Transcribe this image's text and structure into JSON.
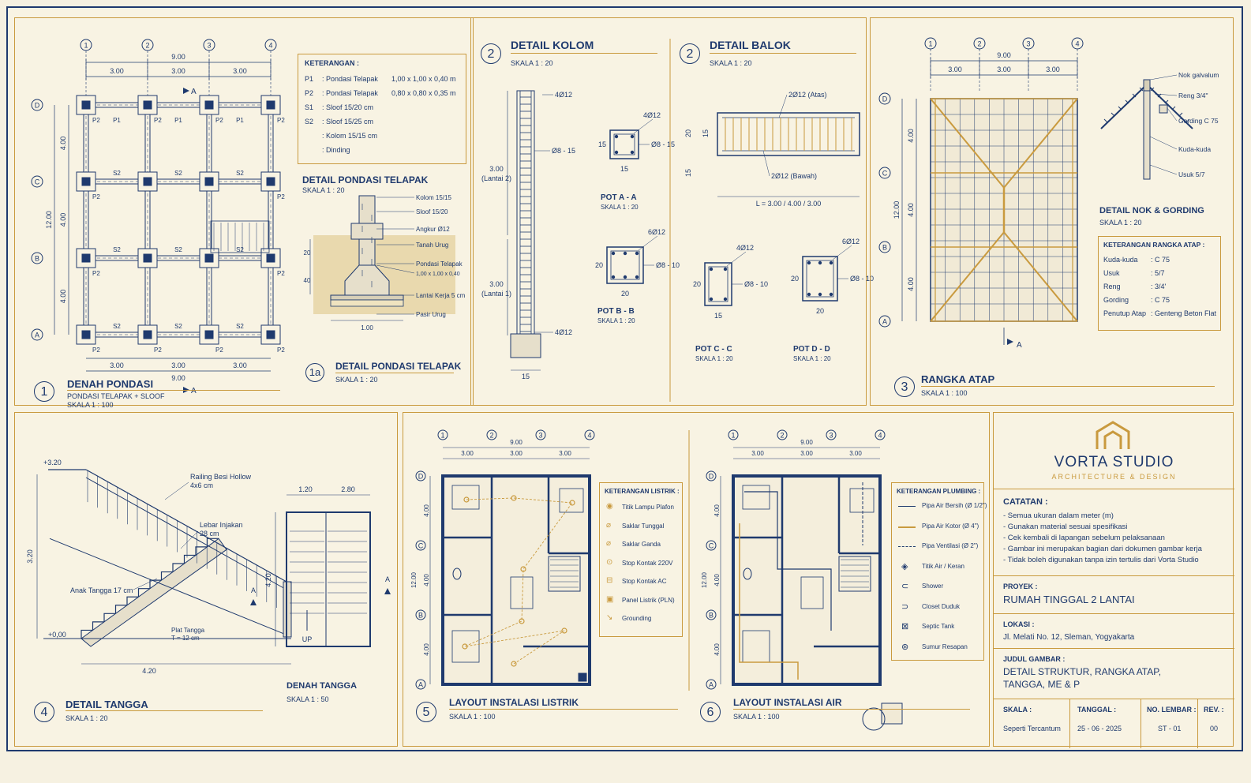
{
  "colors": {
    "ink": "#1f3a6e",
    "gold": "#c99a3e",
    "paper": "#f8f3e3"
  },
  "p1": {
    "num": "1",
    "title": "DENAH PONDASI",
    "sub": "PONDASI TELAPAK + SLOOF",
    "scale": "SKALA 1 : 100",
    "grid_h": [
      "1",
      "2",
      "3",
      "4"
    ],
    "grid_v": [
      "D",
      "C",
      "B",
      "A"
    ],
    "dim_total": "9.00",
    "dim_span": "3.00",
    "dim_v_total": "12.00",
    "dim_v_span": "4.00",
    "labels": {
      "p1": "P1",
      "p2": "P2",
      "s2": "S2",
      "section": "A"
    }
  },
  "legend1": {
    "title": "KETERANGAN :",
    "rows": [
      {
        "code": "P1",
        "desc": ": Pondasi Telapak",
        "dim": "1,00 x 1,00 x 0,40 m"
      },
      {
        "code": "P2",
        "desc": ": Pondasi Telapak",
        "dim": "0,80 x 0,80 x 0,35 m"
      },
      {
        "code": "S1",
        "desc": ": Sloof  15/20 cm",
        "dim": ""
      },
      {
        "code": "S2",
        "desc": ": Sloof  15/25 cm",
        "dim": ""
      },
      {
        "code": "",
        "desc": ": Kolom 15/15 cm",
        "dim": ""
      },
      {
        "code": "",
        "desc": ": Dinding",
        "dim": ""
      }
    ]
  },
  "p1a": {
    "num": "1a",
    "heading": "DETAIL PONDASI TELAPAK",
    "scale": "SKALA 1 : 20",
    "title": "DETAIL PONDASI TELAPAK",
    "scale2": "SKALA 1 : 20",
    "labels": [
      "Kolom 15/15",
      "Sloof 15/20",
      "Angkur Ø12",
      "Tanah Urug",
      "Pondasi Telapak",
      "1,00 x 1,00 x 0,40",
      "Lantai Kerja 5 cm",
      "Pasir Urug"
    ],
    "dims": {
      "d20": "20",
      "d40": "40",
      "d100": "1.00"
    }
  },
  "p2k": {
    "num": "2",
    "title": "DETAIL KOLOM",
    "scale": "SKALA 1 : 20",
    "labels": {
      "top": "4Ø12",
      "stir": "Ø8 - 15",
      "bot": "4Ø12",
      "l2a": "3.00",
      "l2b": "(Lantai 2)",
      "l1a": "3.00",
      "l1b": "(Lantai 1)",
      "w": "15"
    },
    "potA": {
      "bar": "4Ø12",
      "stir": "Ø8 - 15",
      "h": "15",
      "w": "15",
      "name": "POT A - A",
      "scale": "SKALA 1 : 20"
    },
    "potB": {
      "bar": "6Ø12",
      "stir": "Ø8 - 10",
      "h": "20",
      "w": "20",
      "name": "POT B - B",
      "scale": "SKALA 1 : 20"
    }
  },
  "p2b": {
    "num": "2",
    "title": "DETAIL BALOK",
    "scale": "SKALA 1 : 20",
    "labels": {
      "top": "2Ø12 (Atas)",
      "bot": "2Ø12 (Bawah)",
      "len": "L = 3.00 / 4.00 / 3.00",
      "h1": "20",
      "h2": "15",
      "h3": "15"
    },
    "potC": {
      "bar": "4Ø12",
      "stir": "Ø8 - 10",
      "h": "20",
      "w": "15",
      "name": "POT C - C",
      "scale": "SKALA 1 : 20"
    },
    "potD": {
      "bar": "6Ø12",
      "stir": "Ø8 - 10",
      "h": "20",
      "w": "20",
      "name": "POT D - D",
      "scale": "SKALA 1 : 20"
    }
  },
  "p3": {
    "num": "3",
    "title": "RANGKA ATAP",
    "scale": "SKALA 1 : 100",
    "grid_h": [
      "1",
      "2",
      "3",
      "4"
    ],
    "grid_v": [
      "D",
      "C",
      "B",
      "A"
    ],
    "dim_total": "9.00",
    "dim_span": "3.00",
    "dim_v_total": "12.00",
    "dim_v_span": "4.00",
    "section": "A",
    "nok": {
      "title": "DETAIL NOK & GORDING",
      "scale": "SKALA 1 : 20",
      "labels": [
        "Nok galvalum",
        "Reng 3/4\"",
        "Gording C 75",
        "Kuda-kuda",
        "Usuk 5/7"
      ]
    },
    "legend": {
      "title": "KETERANGAN RANGKA ATAP :",
      "rows": [
        {
          "k": "Kuda-kuda",
          "v": ": C 75"
        },
        {
          "k": "Usuk",
          "v": ": 5/7"
        },
        {
          "k": "Reng",
          "v": ": 3/4'"
        },
        {
          "k": "Gording",
          "v": ": C 75"
        },
        {
          "k": "Penutup Atap",
          "v": ": Genteng Beton Flat"
        }
      ]
    }
  },
  "p4": {
    "num": "4",
    "title": "DETAIL TANGGA",
    "scale": "SKALA 1 : 20",
    "labels": {
      "top": "+3.20",
      "bottom": "+0,00",
      "h": "3.20",
      "w": "4.20",
      "railing1": "Railing Besi Hollow",
      "railing2": "4x6 cm",
      "injak1": "Lebar Injakan",
      "injak2": "28 cm",
      "anak": "Anak Tangga 17 cm",
      "plat1": "Plat Tangga",
      "plat2": "T = 12 cm"
    },
    "plan": {
      "w1": "1.20",
      "w2": "2.80",
      "h": "4.20",
      "up": "UP",
      "sec": "A",
      "title": "DENAH TANGGA",
      "scale": "SKALA 1 : 50"
    }
  },
  "p5": {
    "num": "5",
    "title": "LAYOUT INSTALASI LISTRIK",
    "scale": "SKALA 1 : 100",
    "legend": {
      "title": "KETERANGAN LISTRIK :",
      "rows": [
        "Titik Lampu Plafon",
        "Saklar Tunggal",
        "Saklar Ganda",
        "Stop Kontak 220V",
        "Stop Kontak AC",
        "Panel Listrik (PLN)",
        "Grounding"
      ]
    }
  },
  "p6": {
    "num": "6",
    "title": "LAYOUT INSTALASI AIR",
    "scale": "SKALA 1 : 100",
    "legend": {
      "title": "KETERANGAN PLUMBING :",
      "rows": [
        "Pipa Air Bersih (Ø 1/2\")",
        "Pipa Air Kotor (Ø 4\")",
        "Pipa Ventilasi (Ø 2\")",
        "Titik Air / Keran",
        "Shower",
        "Closet Duduk",
        "Septic Tank",
        "Sumur Resapan"
      ]
    }
  },
  "plan_common": {
    "grid_h": [
      "1",
      "2",
      "3",
      "4"
    ],
    "grid_v": [
      "D",
      "C",
      "B",
      "A"
    ],
    "dim_total": "9.00",
    "dim_span": "3.00",
    "dim_v_total": "12.00",
    "dim_v_span": "4.00"
  },
  "titleblock": {
    "studio": "VORTA STUDIO",
    "tagline": "ARCHITECTURE & DESIGN",
    "catatan_title": "CATATAN :",
    "catatan": [
      "- Semua ukuran dalam meter (m)",
      "- Gunakan material sesuai spesifikasi",
      "- Cek kembali di lapangan sebelum pelaksanaan",
      "- Gambar ini merupakan bagian dari dokumen gambar kerja",
      "- Tidak boleh digunakan tanpa izin tertulis dari Vorta Studio"
    ],
    "proyek_label": "PROYEK :",
    "proyek": "RUMAH TINGGAL 2 LANTAI",
    "lokasi_label": "LOKASI :",
    "lokasi": "Jl. Melati No. 12, Sleman, Yogyakarta",
    "judul_label": "JUDUL GAMBAR :",
    "judul1": "DETAIL STRUKTUR, RANGKA ATAP,",
    "judul2": "TANGGA, ME & P",
    "skala_label": "SKALA :",
    "skala": "Seperti Tercantum",
    "tanggal_label": "TANGGAL :",
    "tanggal": "25 - 06 - 2025",
    "lembar_label": "NO. LEMBAR :",
    "lembar": "ST - 01",
    "rev_label": "REV. :",
    "rev": "00"
  }
}
